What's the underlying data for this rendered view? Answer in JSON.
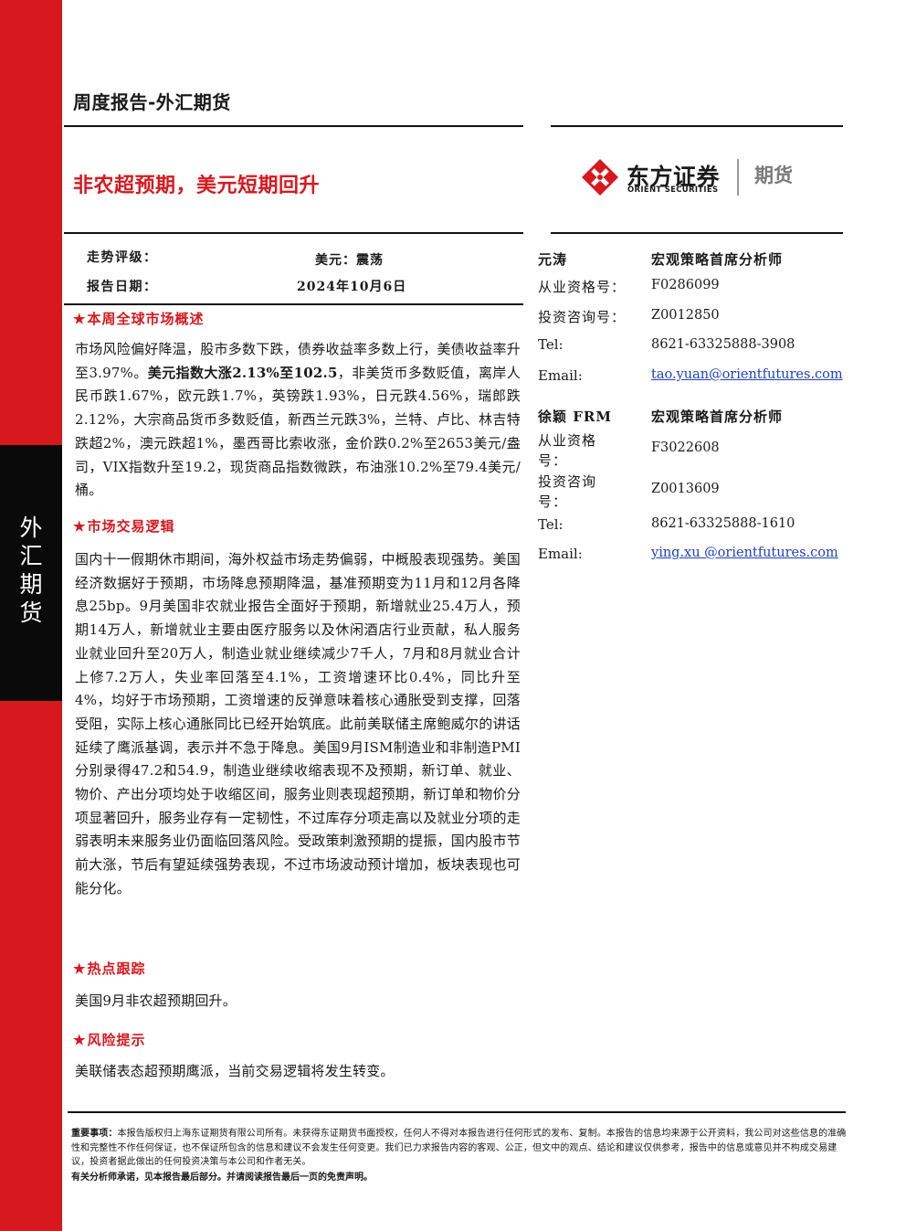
{
  "sidebar": {
    "label_chars": [
      "外",
      "汇",
      "期",
      "货"
    ]
  },
  "header": {
    "report_type": "周度报告-外汇期货",
    "title": "非农超预期，美元短期回升",
    "logo_cn": "东方证券",
    "logo_en": "ORIENT SECURITIES",
    "logo_sub": "期货"
  },
  "meta": {
    "rating_label": "走势评级：",
    "rating_value": "美元：震荡",
    "date_label": "报告日期：",
    "date_value": "2024年10月6日"
  },
  "sections": {
    "overview": {
      "heading": "本周全球市场概述",
      "text_before": "市场风险偏好降温，股市多数下跌，债券收益率多数上行，美债收益率升至3.97%。",
      "text_bold": "美元指数大涨2.13%至102.5",
      "text_after": "，非美货币多数贬值，离岸人民币跌1.67%，欧元跌1.7%，英镑跌1.93%，日元跌4.56%，瑞郎跌2.12%，大宗商品货币多数贬值，新西兰元跌3%，兰特、卢比、林吉特跌超2%，澳元跌超1%，墨西哥比索收涨，金价跌0.2%至2653美元/盎司，VIX指数升至19.2，现货商品指数微跌，布油涨10.2%至79.4美元/桶。"
    },
    "logic": {
      "heading": "市场交易逻辑",
      "text": "国内十一假期休市期间，海外权益市场走势偏弱，中概股表现强势。美国经济数据好于预期，市场降息预期降温，基准预期变为11月和12月各降息25bp。9月美国非农就业报告全面好于预期，新增就业25.4万人，预期14万人，新增就业主要由医疗服务以及休闲酒店行业贡献，私人服务业就业回升至20万人，制造业就业继续减少7千人，7月和8月就业合计上修7.2万人，失业率回落至4.1%，工资增速环比0.4%，同比升至4%，均好于市场预期，工资增速的反弹意味着核心通胀受到支撑，回落受阻，实际上核心通胀同比已经开始筑底。此前美联储主席鲍威尔的讲话延续了鹰派基调，表示并不急于降息。美国9月ISM制造业和非制造PMI分别录得47.2和54.9，制造业继续收缩表现不及预期，新订单、就业、物价、产出分项均处于收缩区间，服务业则表现超预期，新订单和物价分项显著回升，服务业存有一定韧性，不过库存分项走高以及就业分项的走弱表明未来服务业仍面临回落风险。受政策刺激预期的提振，国内股市节前大涨，节后有望延续强势表现，不过市场波动预计增加，板块表现也可能分化。"
    },
    "hotspot": {
      "heading": "热点跟踪",
      "text": "美国9月非农超预期回升。"
    },
    "risk": {
      "heading": "风险提示",
      "text": "美联储表态超预期鹰派，当前交易逻辑将发生转变。"
    }
  },
  "analysts": [
    {
      "name": "元涛",
      "title": "宏观策略首席分析师",
      "license_label": "从业资格号：",
      "license": "F0286099",
      "consult_label": "投资咨询号：",
      "consult": "Z0012850",
      "tel_label": "Tel:",
      "tel": "8621-63325888-3908",
      "email_label": "Email:",
      "email": "tao.yuan@orientfutures.com"
    },
    {
      "name": "徐颖 FRM",
      "title": "宏观策略首席分析师",
      "license_label_l1": "从业资格",
      "license_label_l2": "号：",
      "license": "F3022608",
      "consult_label_l1": "投资咨询",
      "consult_label_l2": "号：",
      "consult": "Z0013609",
      "tel_label": "Tel:",
      "tel": "8621-63325888-1610",
      "email_label": "Email:",
      "email": "ying.xu @orientfutures.com"
    }
  ],
  "footer": {
    "notice_label": "重要事项：",
    "notice_text": "本报告版权归上海东证期货有限公司所有。未获得东证期货书面授权，任何人不得对本报告进行任何形式的发布、复制。本报告的信息均来源于公开资料，我公司对这些信息的准确性和完整性不作任何保证，也不保证所包含的信息和建议不会发生任何变更。我们已力求报告内容的客观、公正，但文中的观点、结论和建议仅供参考，报告中的信息或意见并不构成交易建议，投资者据此做出的任何投资决策与本公司和作者无关。",
    "commitment": "有关分析师承诺，见本报告最后部分。并请阅读报告最后一页的免责声明。"
  },
  "colors": {
    "brand_red": "#d7191f",
    "side_black": "#0a0a0a",
    "link_blue": "#1f3fbf"
  }
}
